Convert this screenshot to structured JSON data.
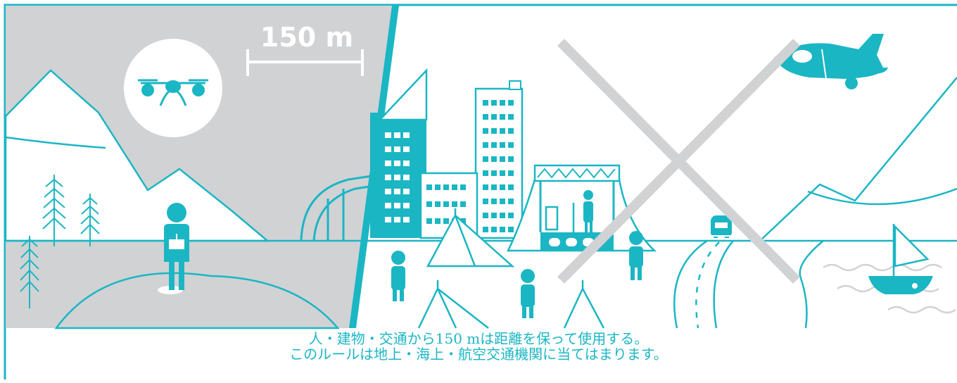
{
  "scale_label": "150 m",
  "caption": {
    "line1": "人・建物・交通から150 mは距離を保って使用する。",
    "line2": "このルールは地上・海上・航空交通機関に当てはまります。"
  },
  "colors": {
    "accent": "#1bb6c4",
    "grey": "#d1d2d4",
    "white": "#ffffff"
  },
  "icons": [
    "drone-icon",
    "person-icon",
    "tree-icon",
    "building-icon",
    "tent-icon",
    "stage-icon",
    "car-icon",
    "airplane-icon",
    "sailboat-icon",
    "cross-icon"
  ]
}
